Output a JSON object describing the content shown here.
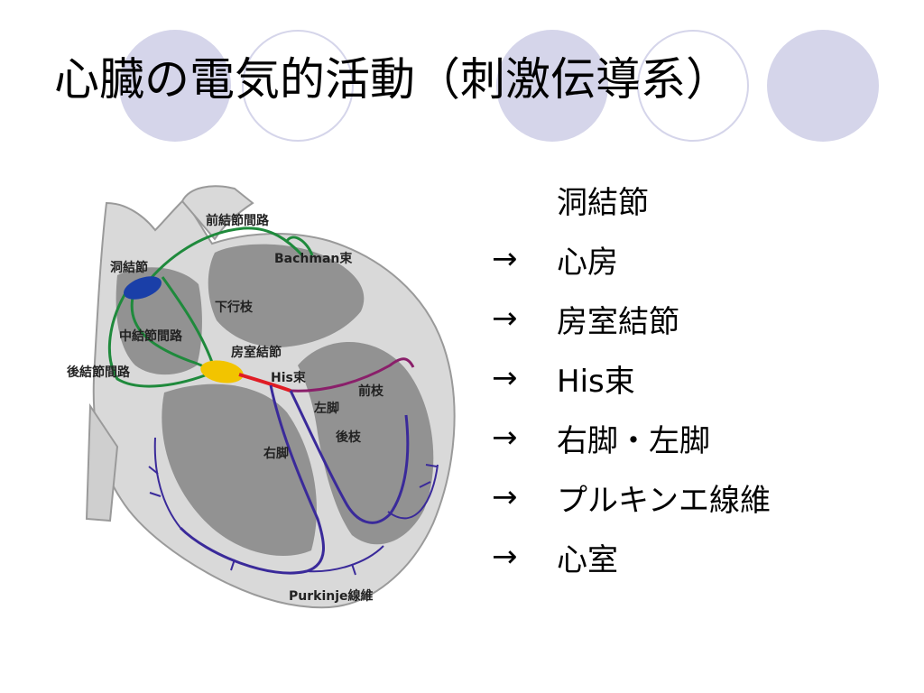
{
  "slide": {
    "title": "心臓の電気的活動（刺激伝導系）"
  },
  "diagram": {
    "labels": {
      "anterior_internodal": "前結節間路",
      "bachmann": "Bachman束",
      "sa_node": "洞結節",
      "descending_branch": "下行枝",
      "middle_internodal": "中結節間路",
      "posterior_internodal": "後結節間路",
      "av_node": "房室結節",
      "his_bundle": "His束",
      "anterior_branch": "前枝",
      "left_bundle": "左脚",
      "posterior_branch": "後枝",
      "right_bundle": "右脚",
      "purkinje": "Purkinje線維"
    },
    "colors": {
      "atrial_path": "#1f8a3c",
      "sa_node": "#1a3fa8",
      "av_node": "#f2c400",
      "his": "#e01c24",
      "ventricular_path": "#3a2a9a",
      "purple_branch": "#8a1f6a"
    }
  },
  "pathway": {
    "steps": [
      {
        "arrow": "",
        "text": "洞結節"
      },
      {
        "arrow": "→",
        "text": "心房"
      },
      {
        "arrow": "→",
        "text": "房室結節"
      },
      {
        "arrow": "→",
        "text": "His束"
      },
      {
        "arrow": "→",
        "text": "右脚・左脚"
      },
      {
        "arrow": "→",
        "text": "プルキンエ線維"
      },
      {
        "arrow": "→",
        "text": "心室"
      }
    ]
  }
}
